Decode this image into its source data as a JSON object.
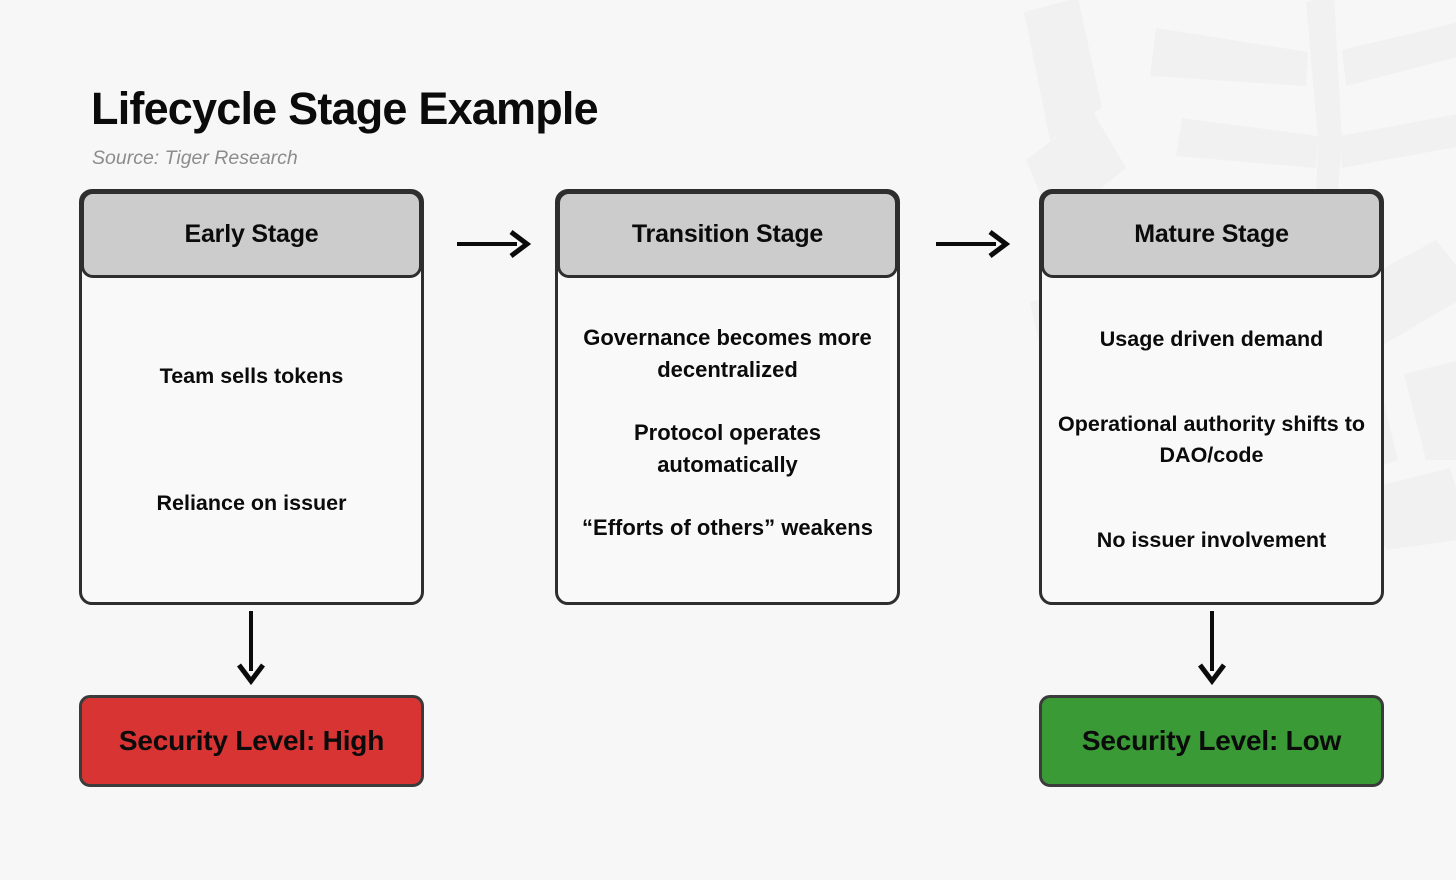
{
  "header": {
    "title": "Lifecycle Stage Example",
    "source": "Source: Tiger Research"
  },
  "colors": {
    "background": "#F7F7F7",
    "card_body": "#F9F9F9",
    "card_header": "#CCCCCC",
    "border": "#2E2E2E",
    "title_text": "#0B0B0B",
    "source_text": "#8C8C8C",
    "badge_high": "#D93434",
    "badge_low": "#3A9A36",
    "badge_border": "#3B3B3B",
    "watermark": "#F1F1F1"
  },
  "stages": [
    {
      "id": "early",
      "title": "Early Stage",
      "items": [
        "Team sells tokens",
        "Reliance on issuer"
      ]
    },
    {
      "id": "transition",
      "title": "Transition Stage",
      "items": [
        "Governance becomes more decentralized",
        "Protocol operates automatically",
        "“Efforts of others” weakens"
      ]
    },
    {
      "id": "mature",
      "title": "Mature Stage",
      "items": [
        "Usage driven demand",
        "Operational authority shifts to DAO/code",
        "No issuer involvement"
      ]
    }
  ],
  "flow_arrows": [
    {
      "id": "early-to-transition",
      "icon": "arrow-right-icon",
      "direction": "right"
    },
    {
      "id": "transition-to-mature",
      "icon": "arrow-right-icon",
      "direction": "right"
    },
    {
      "id": "early-to-security",
      "icon": "arrow-down-icon",
      "direction": "down"
    },
    {
      "id": "mature-to-security",
      "icon": "arrow-down-icon",
      "direction": "down"
    }
  ],
  "security_badges": [
    {
      "id": "high",
      "label": "Security Level: High",
      "level": "High",
      "color": "#D93434",
      "linked_stage": "early"
    },
    {
      "id": "low",
      "label": "Security Level: Low",
      "level": "Low",
      "color": "#3A9A36",
      "linked_stage": "mature"
    }
  ]
}
